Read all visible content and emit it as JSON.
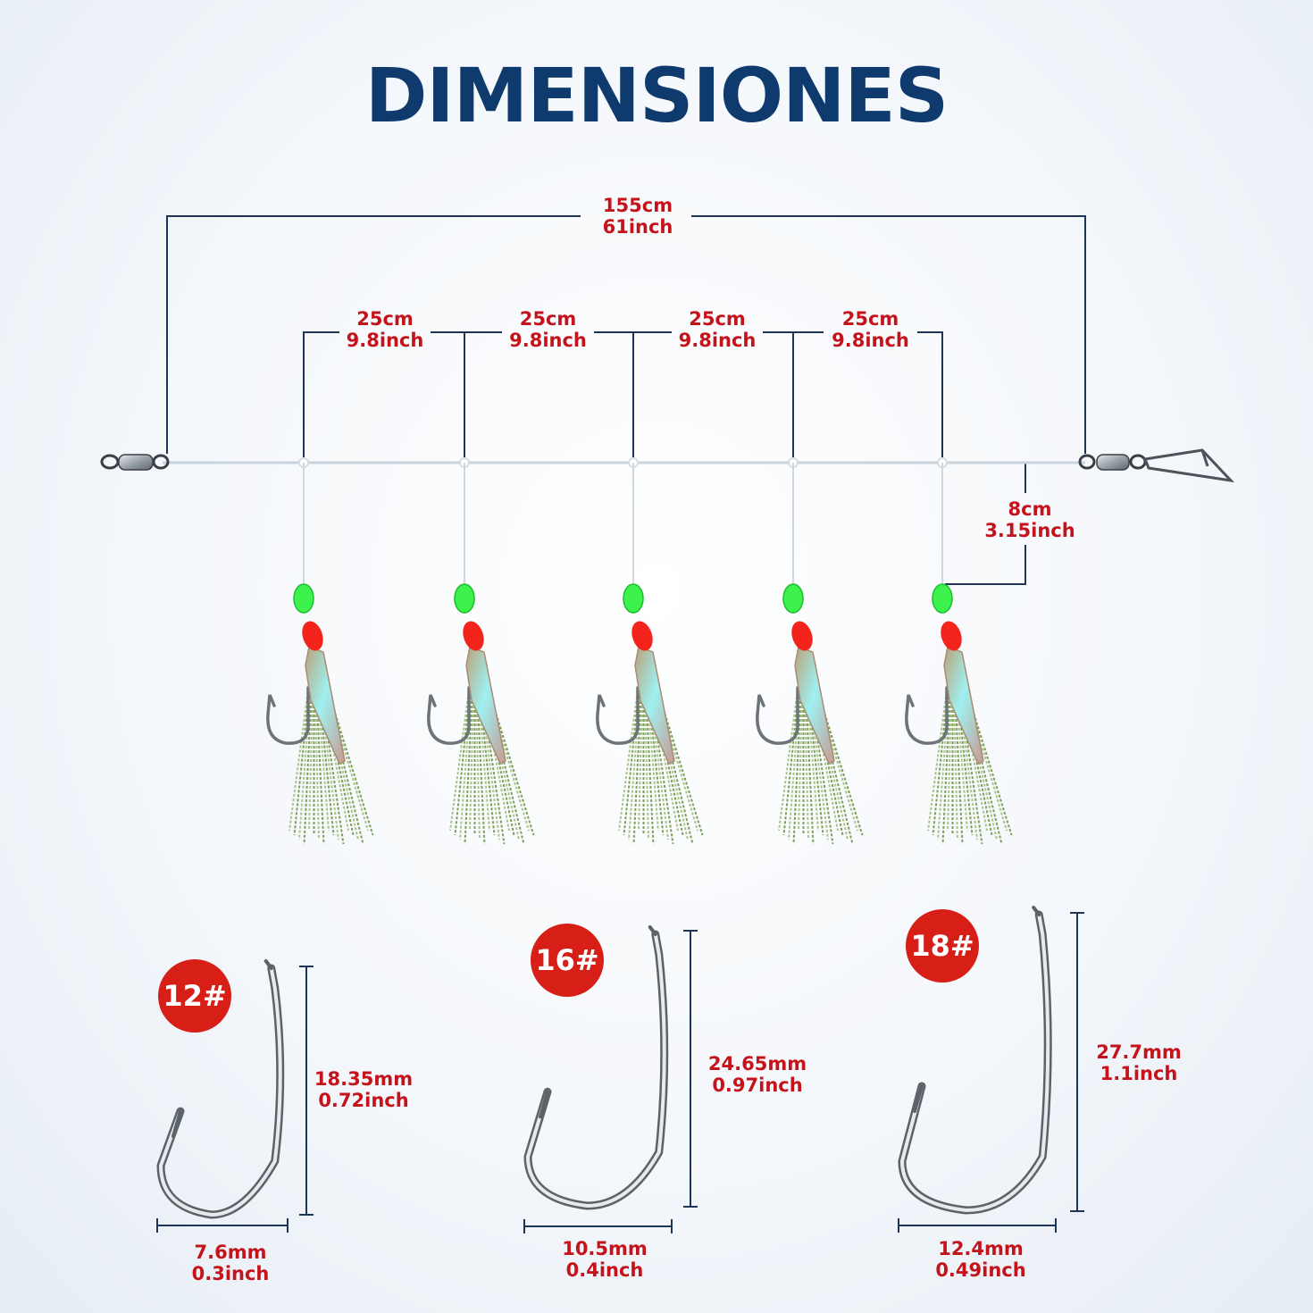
{
  "title": "DIMENSIONES",
  "colors": {
    "title": "#0f3a6e",
    "label": "#c4131b",
    "badge": "#d71f17",
    "dimension_line": "#1d3557"
  },
  "rig": {
    "total": {
      "cm": "155cm",
      "inch": "61inch"
    },
    "spacings": [
      {
        "cm": "25cm",
        "inch": "9.8inch"
      },
      {
        "cm": "25cm",
        "inch": "9.8inch"
      },
      {
        "cm": "25cm",
        "inch": "9.8inch"
      },
      {
        "cm": "25cm",
        "inch": "9.8inch"
      }
    ],
    "dropper": {
      "cm": "8cm",
      "inch": "3.15inch"
    }
  },
  "hooks": [
    {
      "size": "12#",
      "height": {
        "mm": "18.35mm",
        "inch": "0.72inch"
      },
      "width": {
        "mm": "7.6mm",
        "inch": "0.3inch"
      }
    },
    {
      "size": "16#",
      "height": {
        "mm": "24.65mm",
        "inch": "0.97inch"
      },
      "width": {
        "mm": "10.5mm",
        "inch": "0.4inch"
      }
    },
    {
      "size": "18#",
      "height": {
        "mm": "27.7mm",
        "inch": "1.1inch"
      },
      "width": {
        "mm": "12.4mm",
        "inch": "0.49inch"
      }
    }
  ]
}
